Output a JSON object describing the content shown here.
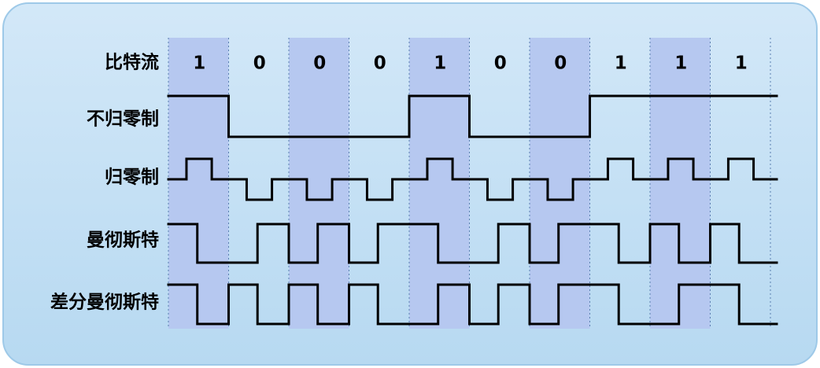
{
  "rows": [
    {
      "id": "bits",
      "label": "比特流"
    },
    {
      "id": "nrz",
      "label": "不归零制"
    },
    {
      "id": "rz",
      "label": "归零制"
    },
    {
      "id": "manchester",
      "label": "曼彻斯特"
    },
    {
      "id": "diff_manchester",
      "label": "差分曼彻斯特"
    }
  ],
  "bits": [
    "1",
    "0",
    "0",
    "0",
    "1",
    "0",
    "0",
    "1",
    "1",
    "1"
  ],
  "colors": {
    "panel_fill": "#bcdcf2",
    "panel_stroke": "#9ec9e8",
    "band_fill": "#b6c8f0",
    "divider": "#5a7fb0",
    "signal": "#000000"
  }
}
